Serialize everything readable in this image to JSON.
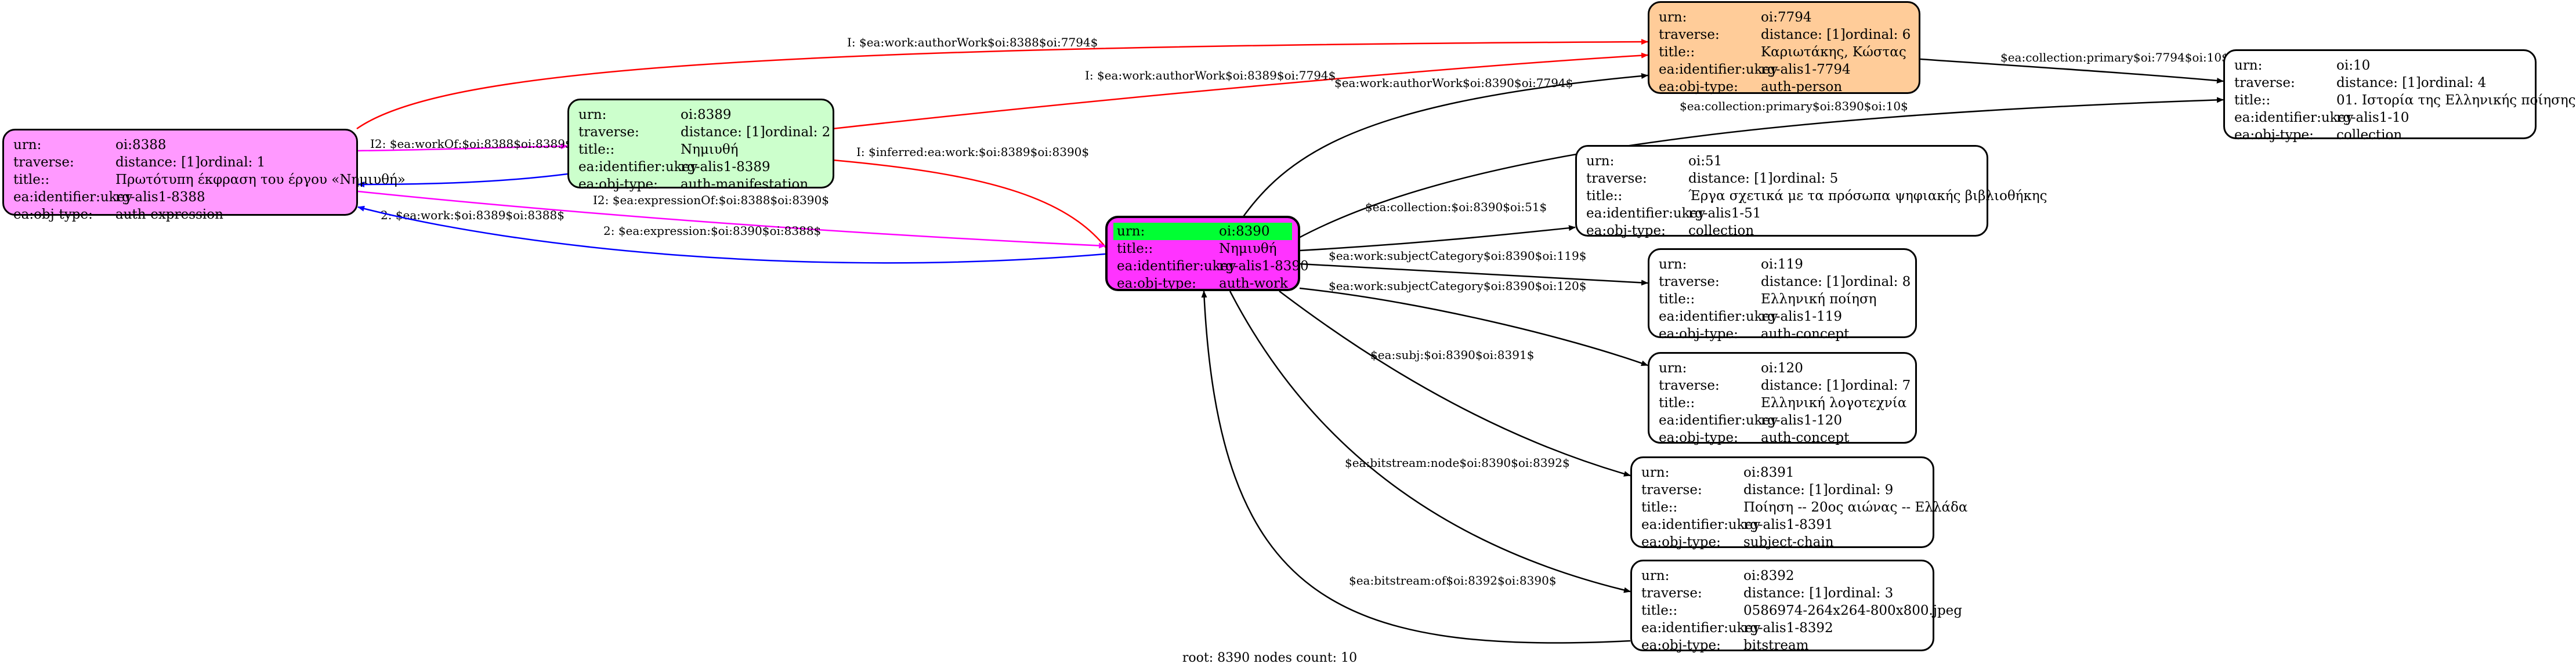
{
  "colors": {
    "expression_fill": "#ff99ff",
    "manifestation_fill": "#ccffcc",
    "person_fill": "#ffcc99",
    "work_fill": "#ff33ff",
    "work_highlight": "#00ff33",
    "edge_red": "#ff0000",
    "edge_blue": "#0000ff",
    "edge_magenta": "#ff00ff",
    "edge_black": "#000000"
  },
  "nodes": [
    {
      "id": "n8388",
      "urn": "oi:8388",
      "traverse_distance": "distance: [1]",
      "traverse_ordinal": "ordinal: 1",
      "title": "Πρωτότυπη έκφραση του έργου «Νημιυθή»",
      "ukey": "rg-alis1-8388",
      "obj_type": "auth-expression"
    },
    {
      "id": "n8389",
      "urn": "oi:8389",
      "traverse_distance": "distance: [1]",
      "traverse_ordinal": "ordinal: 2",
      "title": "Νημιυθή",
      "ukey": "rg-alis1-8389",
      "obj_type": "auth-manifestation"
    },
    {
      "id": "n8390",
      "urn": "oi:8390",
      "title": "Νημιυθή",
      "ukey": "rg-alis1-8390",
      "obj_type": "auth-work"
    },
    {
      "id": "n7794",
      "urn": "oi:7794",
      "traverse_distance": "distance: [1]",
      "traverse_ordinal": "ordinal: 6",
      "title": "Καριωτάκης, Κώστας",
      "ukey": "rg-alis1-7794",
      "obj_type": "auth-person"
    },
    {
      "id": "n10",
      "urn": "oi:10",
      "traverse_distance": "distance: [1]",
      "traverse_ordinal": "ordinal: 4",
      "title": "01. Ιστορία της Ελληνικής ποίησης",
      "ukey": "rg-alis1-10",
      "obj_type": "collection"
    },
    {
      "id": "n51",
      "urn": "oi:51",
      "traverse_distance": "distance: [1]",
      "traverse_ordinal": "ordinal: 5",
      "title": "Έργα σχετικά με τα πρόσωπα ψηφιακής βιβλιοθήκης",
      "ukey": "rg-alis1-51",
      "obj_type": "collection"
    },
    {
      "id": "n119",
      "urn": "oi:119",
      "traverse_distance": "distance: [1]",
      "traverse_ordinal": "ordinal: 8",
      "title": "Ελληνική ποίηση",
      "ukey": "rg-alis1-119",
      "obj_type": "auth-concept"
    },
    {
      "id": "n120",
      "urn": "oi:120",
      "traverse_distance": "distance: [1]",
      "traverse_ordinal": "ordinal: 7",
      "title": "Ελληνική λογοτεχνία",
      "ukey": "rg-alis1-120",
      "obj_type": "auth-concept"
    },
    {
      "id": "n8391",
      "urn": "oi:8391",
      "traverse_distance": "distance: [1]",
      "traverse_ordinal": "ordinal: 9",
      "title": "Ποίηση -- 20ος αιώνας -- Ελλάδα",
      "ukey": "rg-alis1-8391",
      "obj_type": "subject-chain"
    },
    {
      "id": "n8392",
      "urn": "oi:8392",
      "traverse_distance": "distance: [1]",
      "traverse_ordinal": "ordinal: 3",
      "title": "0586974-264x264-800x800.jpeg",
      "ukey": "rg-alis1-8392",
      "obj_type": "bitstream"
    }
  ],
  "field_labels": {
    "urn": "urn:",
    "traverse": "traverse:",
    "title": "title::",
    "ukey": "ea:identifier:ukey",
    "obj_type": "ea:obj-type:"
  },
  "edges": [
    {
      "id": "e1",
      "label": "I: $ea:work:authorWork$oi:8388$oi:7794$",
      "color": "red"
    },
    {
      "id": "e2",
      "label": "I: $ea:work:authorWork$oi:8389$oi:7794$",
      "color": "red"
    },
    {
      "id": "e3",
      "label": "$ea:work:authorWork$oi:8390$oi:7794$",
      "color": "black"
    },
    {
      "id": "e4",
      "label": "$ea:collection:primary$oi:7794$oi:10$",
      "color": "black"
    },
    {
      "id": "e5",
      "label": "$ea:collection:primary$oi:8390$oi:10$",
      "color": "black"
    },
    {
      "id": "e6",
      "label": "I2: $ea:workOf:$oi:8388$oi:8389$",
      "color": "magenta"
    },
    {
      "id": "e7",
      "label": "2: $ea:work:$oi:8389$oi:8388$",
      "color": "blue"
    },
    {
      "id": "e8",
      "label": "I: $inferred:ea:work:$oi:8389$oi:8390$",
      "color": "red"
    },
    {
      "id": "e9",
      "label": "I2: $ea:expressionOf:$oi:8388$oi:8390$",
      "color": "magenta"
    },
    {
      "id": "e10",
      "label": "2: $ea:expression:$oi:8390$oi:8388$",
      "color": "blue"
    },
    {
      "id": "e11",
      "label": "$ea:collection:$oi:8390$oi:51$",
      "color": "black"
    },
    {
      "id": "e12",
      "label": "$ea:work:subjectCategory$oi:8390$oi:119$",
      "color": "black"
    },
    {
      "id": "e13",
      "label": "$ea:work:subjectCategory$oi:8390$oi:120$",
      "color": "black"
    },
    {
      "id": "e14",
      "label": "$ea:subj:$oi:8390$oi:8391$",
      "color": "black"
    },
    {
      "id": "e15",
      "label": "$ea:bitstream:node$oi:8390$oi:8392$",
      "color": "black"
    },
    {
      "id": "e16",
      "label": "$ea:bitstream:of$oi:8392$oi:8390$",
      "color": "black"
    }
  ],
  "footer": "root: 8390 nodes count: 10"
}
